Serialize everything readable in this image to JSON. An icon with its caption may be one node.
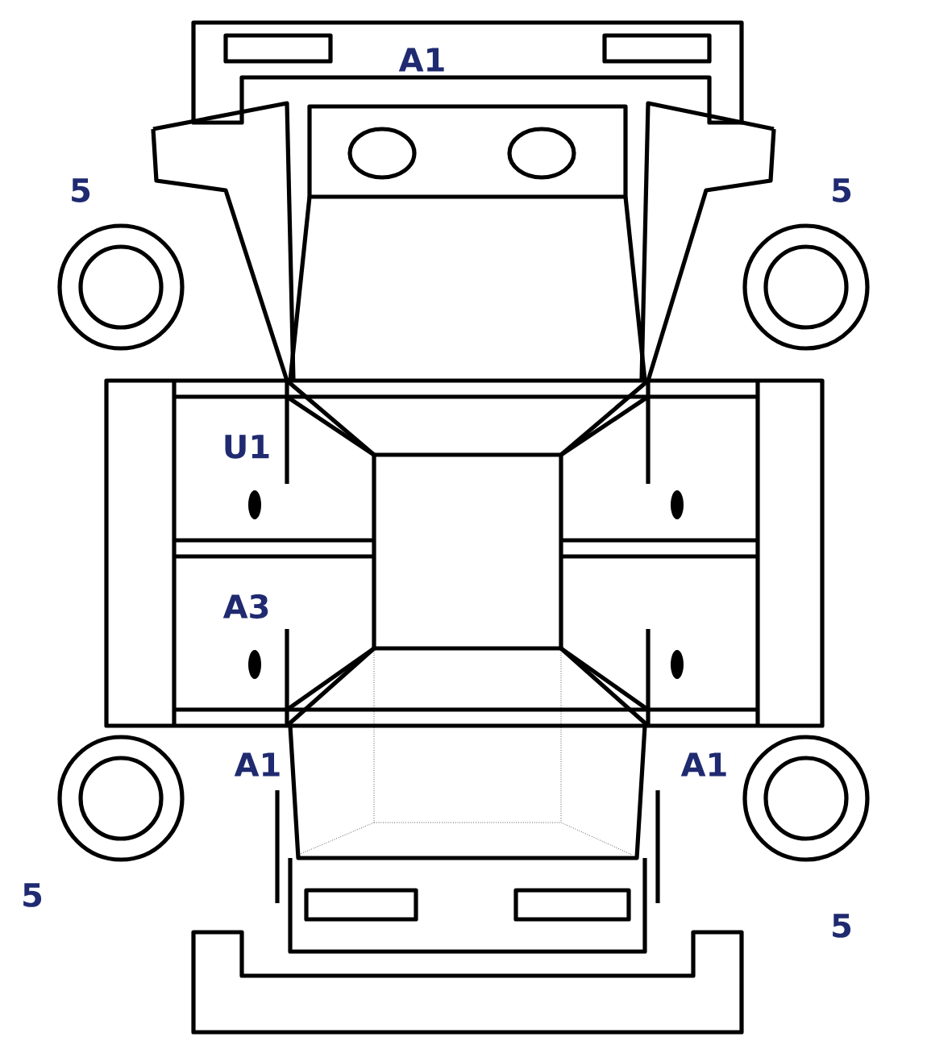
{
  "diagram": {
    "labels": [
      "A1",
      "5",
      "5",
      "U1",
      "A3",
      "A1",
      "A1",
      "5",
      "5"
    ]
  }
}
